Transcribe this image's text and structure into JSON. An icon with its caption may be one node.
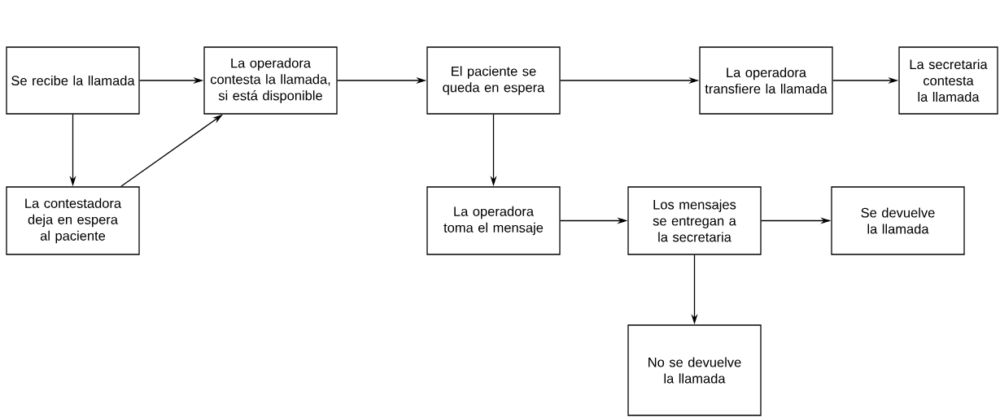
{
  "diagram": {
    "nodes": [
      {
        "text": [
          "Se recibe la llamada"
        ]
      },
      {
        "text": [
          "La operadora contesta la llamada, si está disponible"
        ]
      },
      {
        "text": [
          "La contestadora deja en espera al paciente"
        ]
      },
      {
        "text": [
          "El paciente se queda en espera"
        ]
      },
      {
        "text": [
          "La operadora transfiere la llamada"
        ]
      },
      {
        "text": [
          "La secretaria contesta la llamada"
        ]
      },
      {
        "text": [
          "La operadora toma el mensaje"
        ]
      },
      {
        "text": [
          "Los mensajes se entregan a la secretaria"
        ]
      },
      {
        "text": [
          "Se devuelve la llamada"
        ]
      },
      {
        "text": [
          "No se devuelve la llamada"
        ]
      }
    ],
    "edges": [
      {
        "from": 0,
        "to": 1,
        "arrow": "to"
      },
      {
        "from": 0,
        "to": 2,
        "arrow": "to"
      },
      {
        "from": 2,
        "to": 1,
        "arrow": "to"
      },
      {
        "from": 1,
        "to": 3,
        "arrow": "to"
      },
      {
        "from": 3,
        "to": 4,
        "arrow": "to"
      },
      {
        "from": 4,
        "to": 5,
        "arrow": "to"
      },
      {
        "from": 3,
        "to": 6,
        "arrow": "to"
      },
      {
        "from": 6,
        "to": 7,
        "arrow": "to"
      },
      {
        "from": 7,
        "to": 8,
        "arrow": "to"
      },
      {
        "from": 7,
        "to": 9,
        "arrow": "to"
      }
    ]
  }
}
